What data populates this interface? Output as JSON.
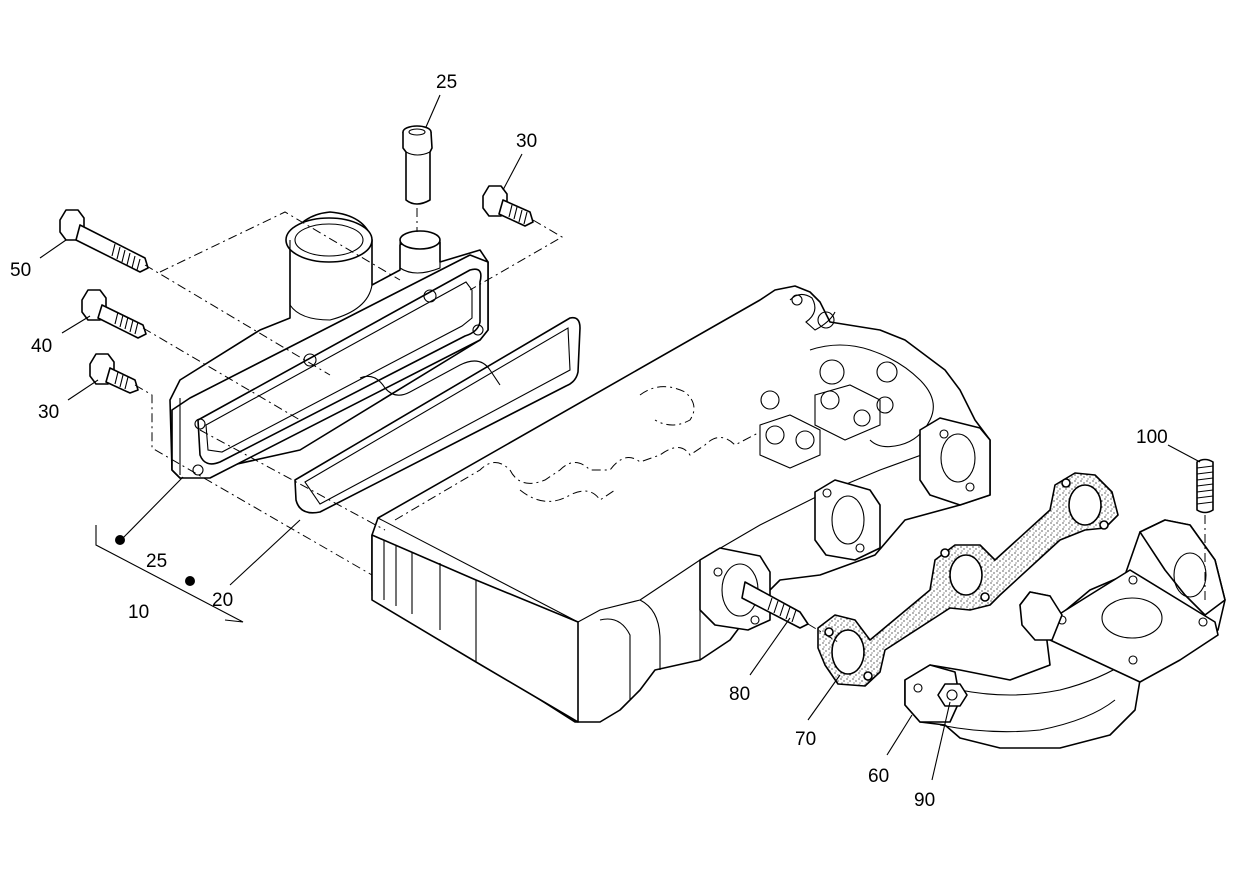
{
  "callouts": {
    "c25_top": "25",
    "c30_top": "30",
    "c50": "50",
    "c40": "40",
    "c30_left": "30",
    "c25_kit": "25",
    "c10": "10",
    "c20": "20",
    "c80": "80",
    "c70": "70",
    "c60": "60",
    "c90": "90",
    "c100": "100"
  }
}
